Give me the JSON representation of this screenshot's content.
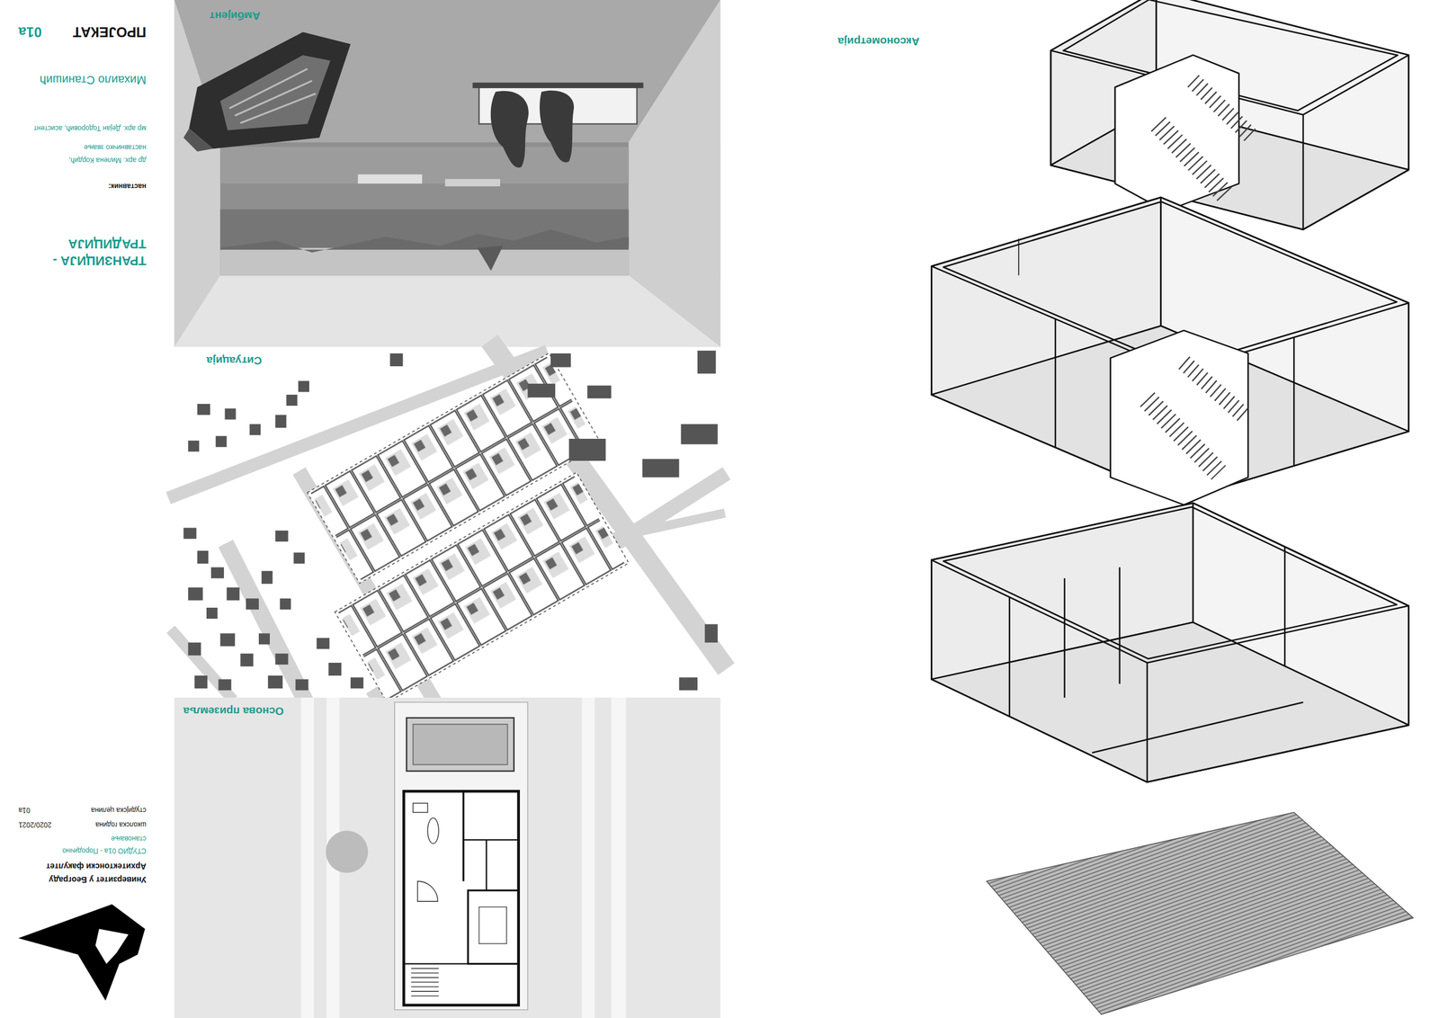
{
  "diagram": {
    "title": "ТРАНЗИЦИЈА - ТРАДИЦИЈА",
    "nodes": [
      {
        "text": [
          "Основа приземља"
        ]
      },
      {
        "text": [
          "Ситуација"
        ]
      },
      {
        "text": [
          "Амбијент"
        ]
      },
      {
        "text": [
          "Аксонометрија"
        ]
      }
    ],
    "labels": [
      "Универзитет у Београду Архитектонски факултет",
      "СТУДИО 01а - Породично становање",
      "школска година",
      "2020/2021",
      "студијска целина",
      "01а",
      "наставник:",
      "др арх. Милена Кордић, наставничко звање",
      "мр арх. Дејан Тодоровић, асистент",
      "Михаило Станишић",
      "ПРОЈЕКАТ",
      "01а"
    ]
  }
}
